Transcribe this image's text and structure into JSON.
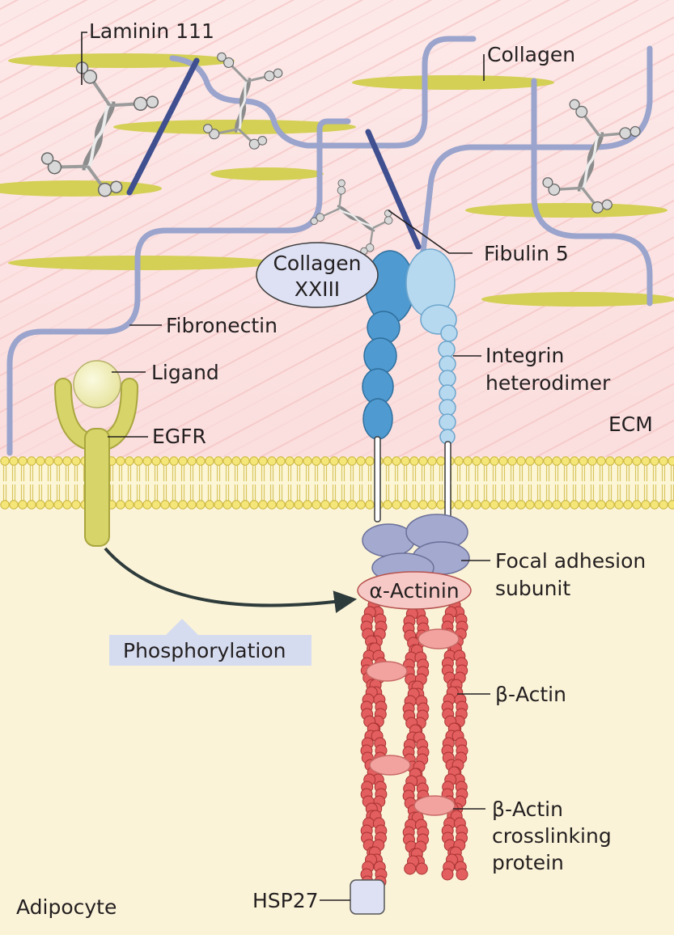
{
  "labels": {
    "laminin": "Laminin 111",
    "collagen": "Collagen",
    "fibulin": "Fibulin 5",
    "collagen_xxiii_line1": "Collagen",
    "collagen_xxiii_line2": "XXIII",
    "fibronectin": "Fibronectin",
    "ligand": "Ligand",
    "integrin_line1": "Integrin",
    "integrin_line2": "heterodimer",
    "egfr": "EGFR",
    "ecm": "ECM",
    "focal_line1": "Focal adhesion",
    "focal_line2": "subunit",
    "alpha_actinin": "α-Actinin",
    "phosphorylation": "Phosphorylation",
    "beta_actin": "β-Actin",
    "crosslink_line1": "β-Actin",
    "crosslink_line2": "crosslinking",
    "crosslink_line3": "protein",
    "hsp27": "HSP27",
    "adipocyte": "Adipocyte"
  },
  "colors": {
    "ecm_background": "#fbe3e3",
    "ecm_stripe": "#f4c6c6",
    "cytoplasm": "#fbf3d8",
    "membrane_head": "#f5e67a",
    "collagen_fiber": "#d4cf55",
    "fibronectin": "#9aa4cc",
    "fibulin": "#3f4f8f",
    "laminin": "#c9c9c9",
    "integrin_alpha": "#4f9ad0",
    "integrin_beta": "#b6d9f0",
    "focal_adhesion": "#a4aacf",
    "alpha_actinin": "#f7c9c6",
    "beta_actin": "#e35e5e",
    "crosslinker": "#f2a3a0",
    "egfr": "#d7d46a",
    "ligand": "#f2f0b8",
    "hsp27": "#dde1f3",
    "arrow": "#2e3b3b",
    "phospho_box": "#d6dcef"
  }
}
